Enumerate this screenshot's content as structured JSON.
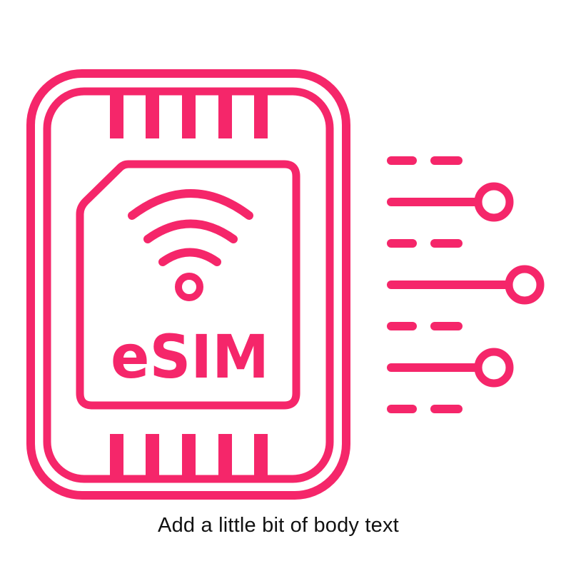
{
  "illustration": {
    "accent_color": "#f5266a",
    "background_color": "#ffffff",
    "chip_label": "eSIM",
    "icons": [
      "sim-frame-icon",
      "sim-card-icon",
      "wifi-icon",
      "signal-lines-icon"
    ],
    "top_contacts_count": 5,
    "bottom_contacts_count": 5,
    "signal_rows": [
      {
        "type": "dashes"
      },
      {
        "type": "line-with-circle"
      },
      {
        "type": "dashes"
      },
      {
        "type": "line-with-circle"
      },
      {
        "type": "dashes"
      },
      {
        "type": "line-with-circle"
      },
      {
        "type": "dashes"
      }
    ]
  },
  "caption": {
    "text": "Add a little bit of body text"
  }
}
